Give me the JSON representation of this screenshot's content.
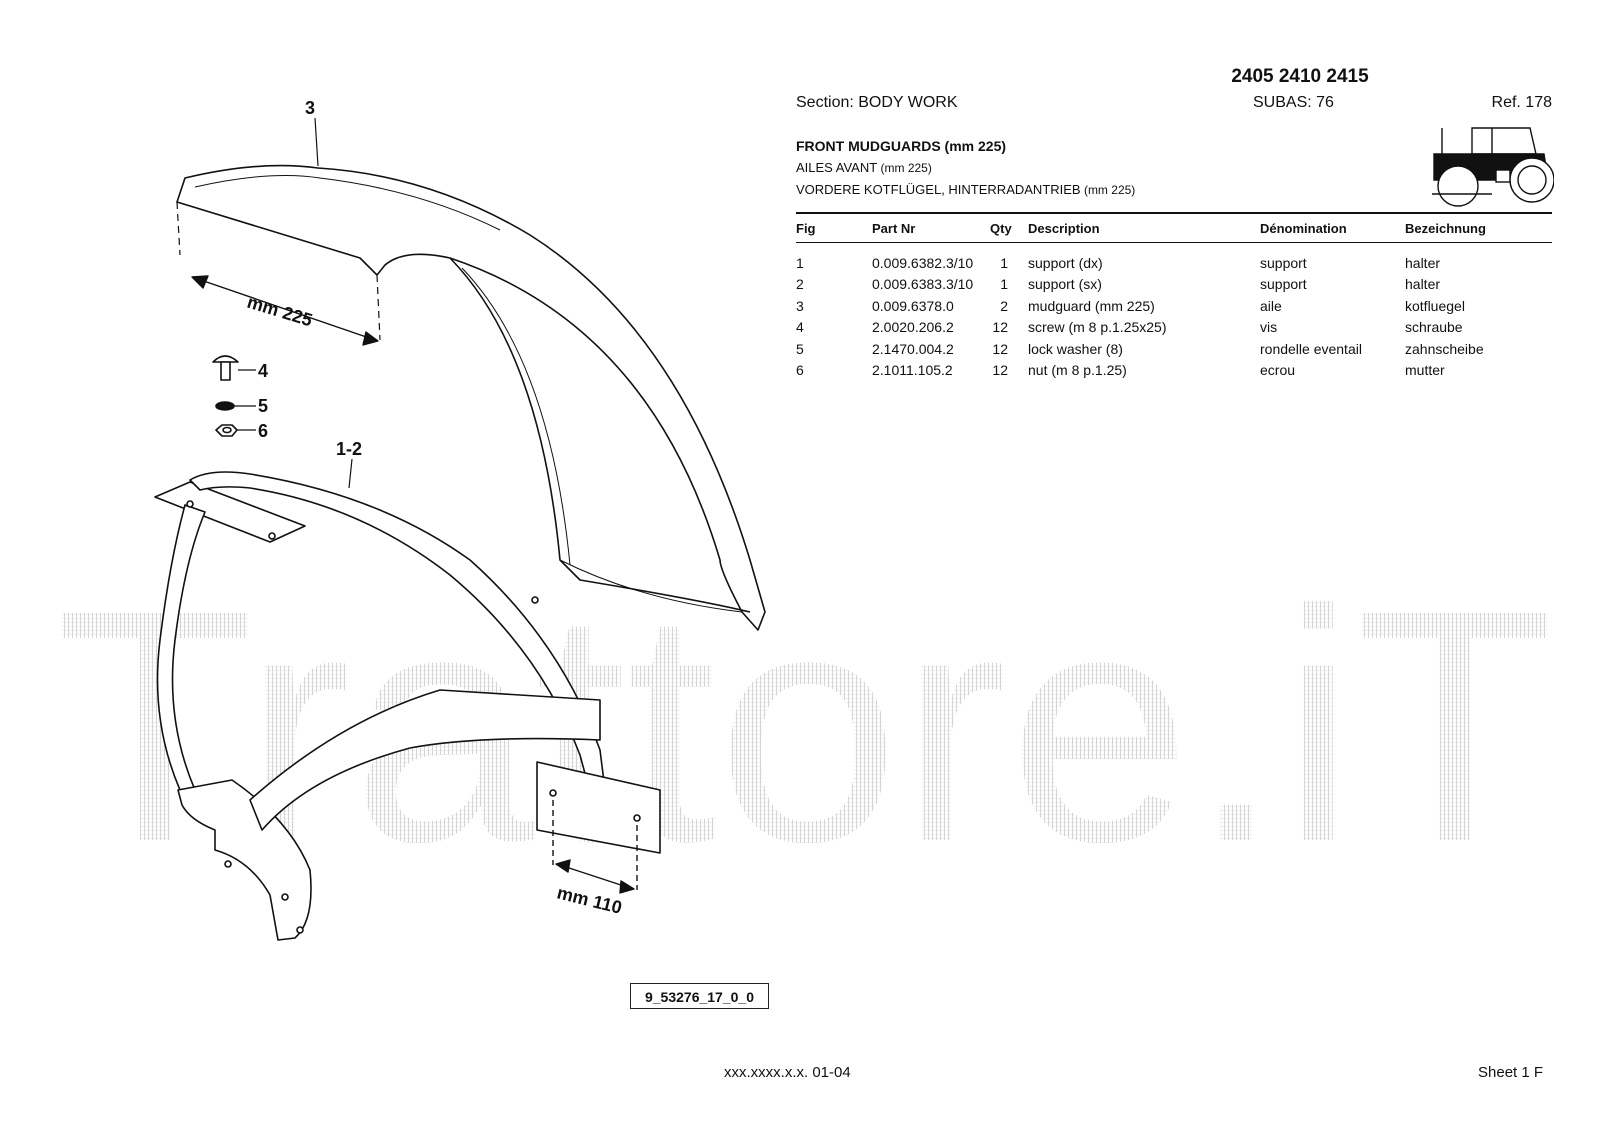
{
  "header": {
    "models": "2405 2410 2415",
    "section": "Section: BODY  WORK",
    "subas": "SUBAS: 76",
    "ref": "Ref. 178"
  },
  "titles": {
    "en": "FRONT MUDGUARDS (mm 225)",
    "fr_main": "AILES AVANT",
    "fr_sub": " (mm 225)",
    "de_main": "VORDERE KOTFLÜGEL, HINTERRADANTRIEB",
    "de_sub": " (mm 225)"
  },
  "table": {
    "columns": [
      "Fig",
      "Part Nr",
      "Qty",
      "Description",
      "Dénomination",
      "Bezeichnung"
    ],
    "rows": [
      {
        "fig": "1",
        "part": "0.009.6382.3/10",
        "qty": "1",
        "desc": "support (dx)",
        "den": "support",
        "bez": "halter"
      },
      {
        "fig": "2",
        "part": "0.009.6383.3/10",
        "qty": "1",
        "desc": "support (sx)",
        "den": "support",
        "bez": "halter"
      },
      {
        "fig": "3",
        "part": "0.009.6378.0",
        "qty": "2",
        "desc": "mudguard (mm 225)",
        "den": "aile",
        "bez": "kotfluegel"
      },
      {
        "fig": "4",
        "part": "2.0020.206.2",
        "qty": "12",
        "desc": "screw (m 8 p.1.25x25)",
        "den": "vis",
        "bez": "schraube"
      },
      {
        "fig": "5",
        "part": "2.1470.004.2",
        "qty": "12",
        "desc": "lock washer (8)",
        "den": "rondelle eventail",
        "bez": "zahnscheibe"
      },
      {
        "fig": "6",
        "part": "2.1011.105.2",
        "qty": "12",
        "desc": "nut (m 8 p.1.25)",
        "den": "ecrou",
        "bez": "mutter"
      }
    ]
  },
  "drawing": {
    "callout_mudguard": "3",
    "callout_support": "1-2",
    "callout_screw": "4",
    "callout_washer": "5",
    "callout_nut": "6",
    "dim_width": "mm 225",
    "dim_holes": "mm 110",
    "drawing_id": "9_53276_17_0_0"
  },
  "watermark": "Trattore.iT",
  "footer": {
    "code": "xxx.xxxx.x.x. 01-04",
    "sheet": "Sheet 1 F"
  },
  "icons": {
    "tractor": "tractor-silhouette-icon"
  }
}
